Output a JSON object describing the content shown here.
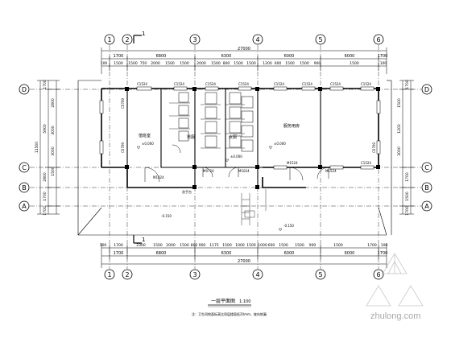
{
  "axes": {
    "vertical": [
      "1",
      "2",
      "3",
      "4",
      "5",
      "6"
    ],
    "horizontal": [
      "D",
      "C",
      "B",
      "A"
    ]
  },
  "dims": {
    "top_overall": "27000",
    "top_segments": [
      "1700",
      "6800",
      "6300",
      "6000",
      "6000",
      "1700"
    ],
    "top_detail": [
      "100",
      "1500",
      "1500",
      "750",
      "2000",
      "1500",
      "1500",
      "2000",
      "1500",
      "800",
      "1500",
      "1500",
      "1200",
      "600",
      "1500",
      "1500",
      "900",
      "1500",
      "100"
    ],
    "bottom_detail": [
      "100",
      "1700",
      "2300",
      "1500",
      "2000",
      "1500",
      "800",
      "900",
      "1175",
      "1500",
      "1000",
      "1500",
      "1000",
      "600",
      "1500",
      "1500",
      "900",
      "1500",
      "1700",
      "100"
    ],
    "bottom_segments": [
      "1700",
      "6800",
      "6300",
      "6000",
      "6000",
      "1700"
    ],
    "bottom_overall": "27000",
    "left_overall": "11500",
    "left_segments": [
      "1700",
      "5900",
      "2800",
      "1700",
      "1700",
      "1700"
    ],
    "left_detail": [
      "2800",
      "3000",
      "1500",
      "3000"
    ],
    "right_segments": [
      "1700",
      "5900",
      "1700",
      "1700"
    ],
    "right_detail": [
      "1500",
      "1200",
      "3000",
      "1200",
      "1500"
    ]
  },
  "rooms": {
    "left_room": "值班室",
    "center_left": "男厕",
    "center_right": "女厕",
    "right_room": "服务用房"
  },
  "labels": {
    "doors": [
      "C1524",
      "C1524",
      "C1524",
      "C1524",
      "C1524",
      "C1524",
      "C1524",
      "C1524",
      "C1524",
      "M1024",
      "M1524",
      "M0724",
      "M1524",
      "M1024",
      "C0709",
      "C0709",
      "C0709"
    ],
    "levels": [
      "±0.000",
      "±0.000",
      "±0.000",
      "-0.150",
      "-0.150"
    ],
    "sink": "洗手台",
    "section_mark": "1"
  },
  "title": {
    "main": "一层平面图",
    "scale": "1:100",
    "note": "注：卫生间地面标高比同层楼面低20mm，坡向地漏"
  },
  "watermark": {
    "text": "zhulong.com"
  }
}
